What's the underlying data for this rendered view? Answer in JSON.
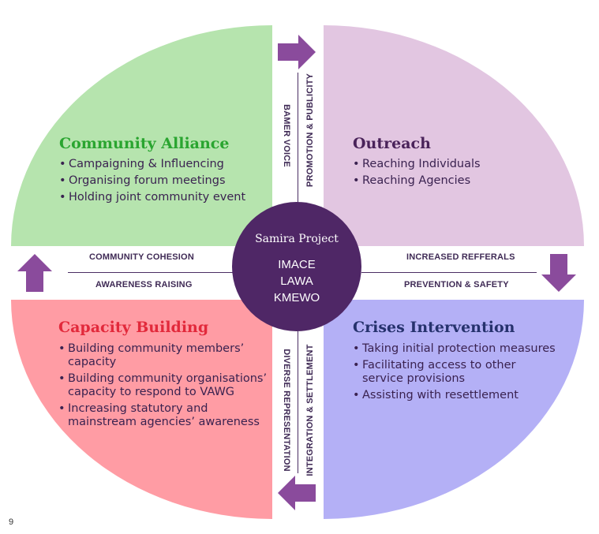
{
  "center": {
    "title": "Samira Project",
    "lines": [
      "IMACE",
      "LAWA",
      "KMEWO"
    ]
  },
  "quadrants": {
    "community_alliance": {
      "title": "Community Alliance",
      "items": [
        "Campaigning & Influencing",
        "Organising forum meetings",
        "Holding joint community event"
      ]
    },
    "outreach": {
      "title": "Outreach",
      "items": [
        "Reaching Individuals",
        "Reaching Agencies"
      ]
    },
    "capacity_building": {
      "title": "Capacity Building",
      "items": [
        "Building community members’ capacity",
        "Building community organisations’ capacity to respond to VAWG",
        "Increasing statutory and mainstream agencies’ awareness"
      ]
    },
    "crises_intervention": {
      "title": "Crises Intervention",
      "items": [
        "Taking initial protection measures",
        "Facilitating access to other service provisions",
        "Assisting with resettlement"
      ]
    }
  },
  "connectors": {
    "top_left": "BAMER VOICE",
    "top_right": "PROMOTION & PUBLICITY",
    "left_upper": "COMMUNITY COHESION",
    "left_lower": "AWARENESS RAISING",
    "right_upper": "INCREASED REFFERALS",
    "right_lower": "PREVENTION & SAFETY",
    "bottom_left": "DIVERSE REPRESENTATION",
    "bottom_right": "INTEGRATION & SETTLEMENT"
  },
  "colors": {
    "green": "#b6e4ae",
    "pink": "#e2c6e1",
    "red": "#ff9ca4",
    "blue": "#b4b0f6",
    "center": "#4f2766",
    "arrow": "#8a4b9c"
  },
  "page_number": "9"
}
